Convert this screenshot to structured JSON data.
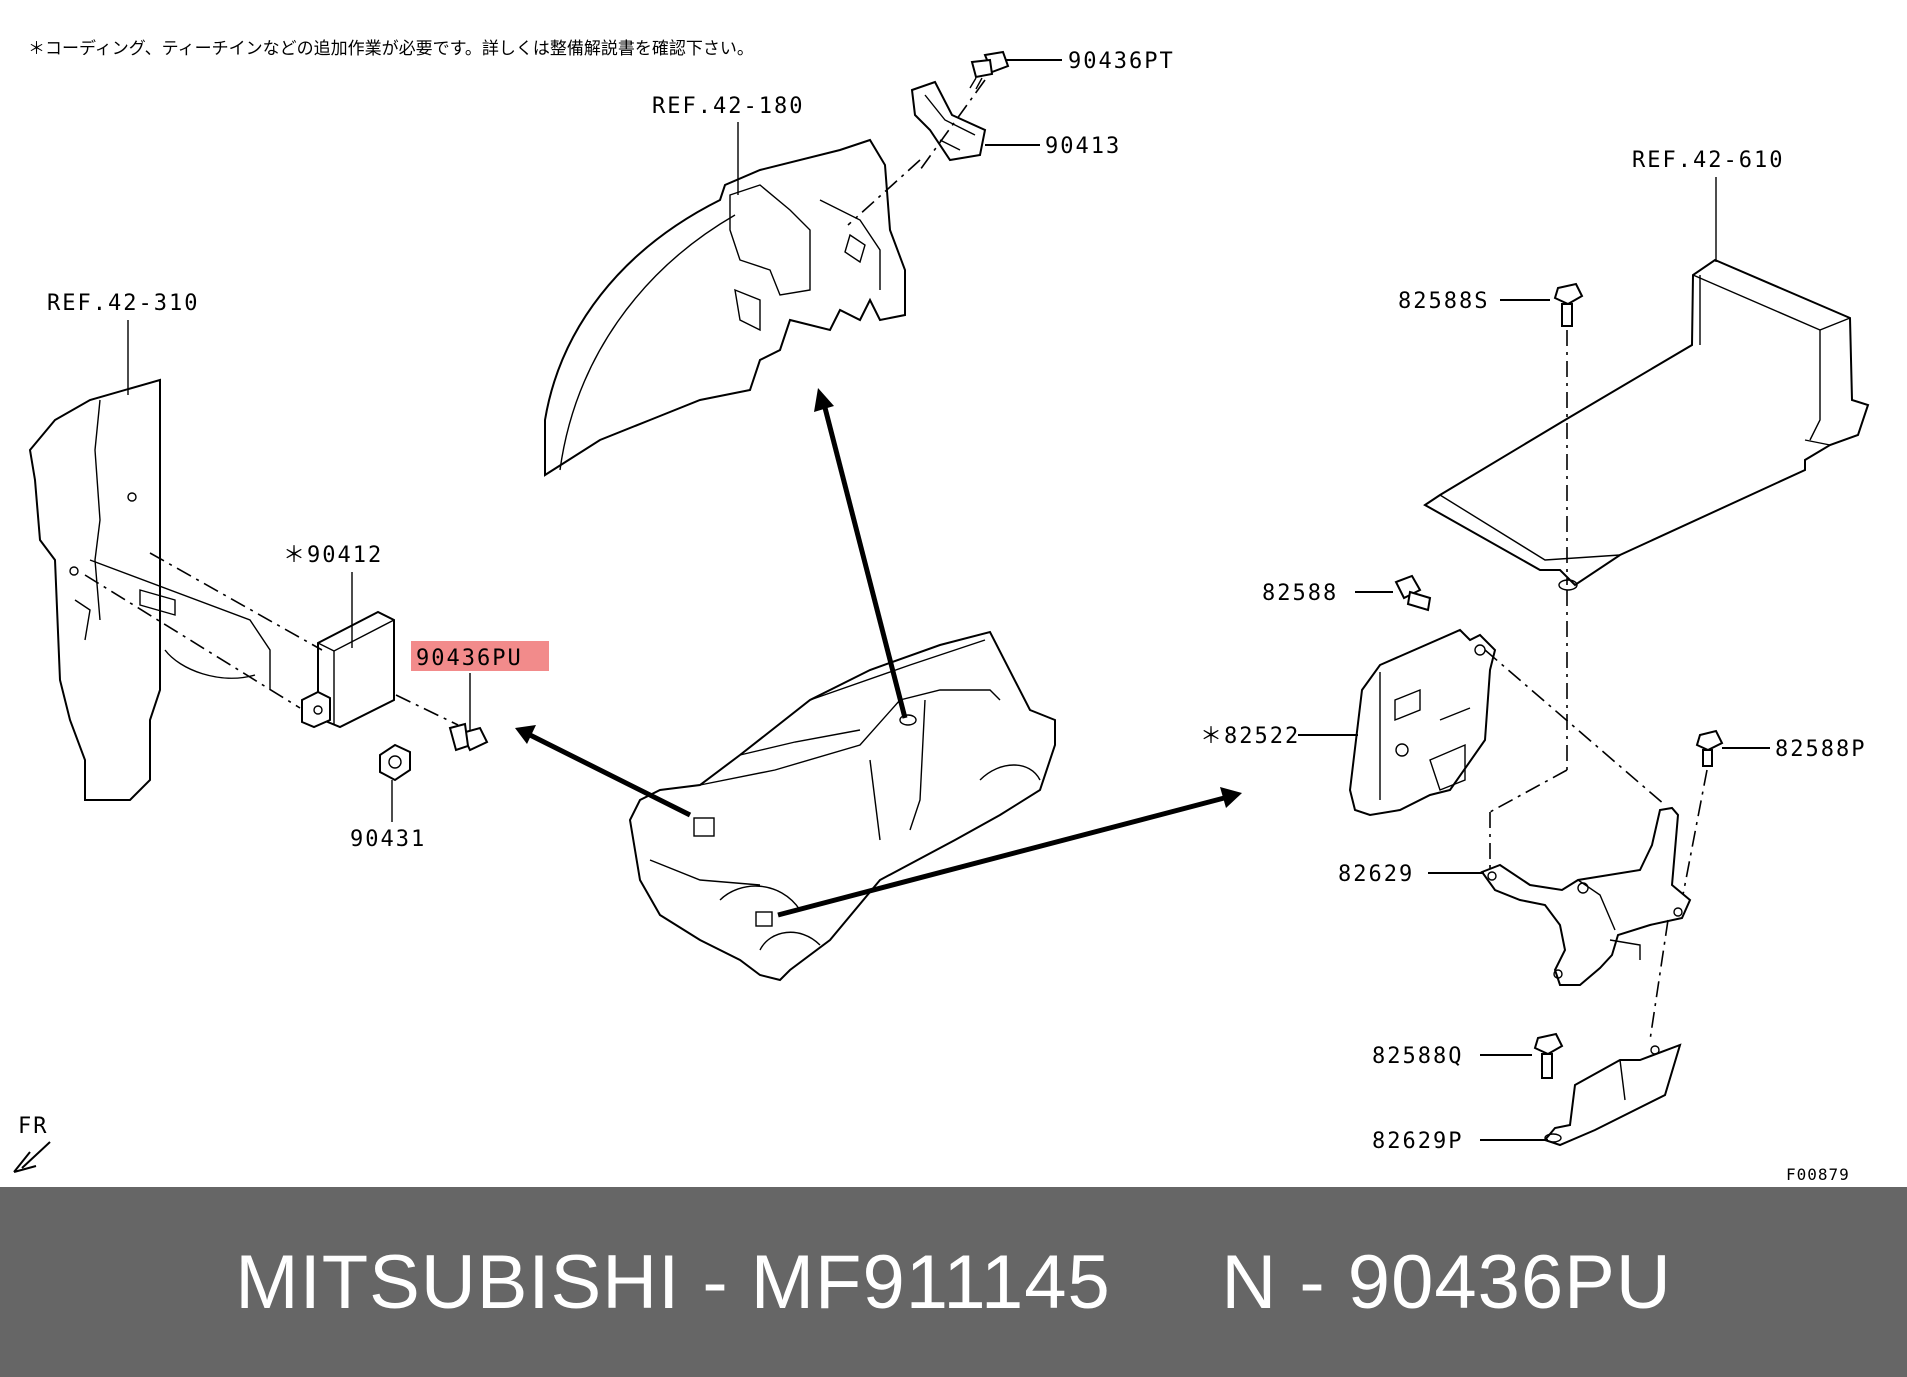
{
  "note": "＊コーディング、ティーチインなどの追加作業が必要です。詳しくは整備解説書を確認下さい。",
  "labels": {
    "p90436PT": "90436PT",
    "p90413": "90413",
    "ref42_180": "REF.42-180",
    "ref42_610": "REF.42-610",
    "ref42_310": "REF.42-310",
    "p82588S": "82588S",
    "p90412": "＊90412",
    "p90436PU": "90436PU",
    "p82588": "82588",
    "p82522": "＊82522",
    "p82588P": "82588P",
    "p90431": "90431",
    "p82629": "82629",
    "p82588Q": "82588Q",
    "p82629P": "82629P",
    "fr": "FR",
    "figure_code": "F00879"
  },
  "highlight_color": "#f28b8b",
  "banner": {
    "text": "MITSUBISHI - MF911145     N - 90436PU",
    "background": "#666666",
    "color": "#ffffff"
  }
}
